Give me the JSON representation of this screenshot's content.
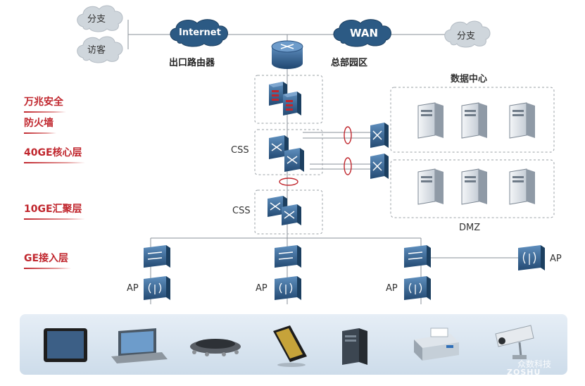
{
  "clouds": {
    "branch_left": "分支",
    "visitor": "访客",
    "internet": "Internet",
    "wan": "WAN",
    "branch_right": "分支"
  },
  "captions": {
    "egress_router": "出口路由器",
    "hq_campus": "总部园区",
    "data_center": "数据中心",
    "dmz": "DMZ",
    "css_core": "CSS",
    "css_agg": "CSS",
    "ap_1": "AP",
    "ap_2": "AP",
    "ap_3": "AP",
    "ap_4": "AP"
  },
  "layers": {
    "firewall_1": "万兆安全",
    "firewall_2": "防火墙",
    "core": "40GE核心层",
    "aggregation": "10GE汇聚层",
    "access": "GE接入层"
  },
  "watermark": {
    "line1": "众数科技",
    "line2": "ZOSHU"
  },
  "colors": {
    "cloud": "#cfd6dc",
    "internet_cloud": "#2c5a84",
    "device_blue": "#2f5f8f",
    "accent_red": "#c0262d",
    "endpoint_bar": "#dbe7f1"
  },
  "endpoint_icons": [
    "tablet-icon",
    "laptop-icon",
    "conference-phone-icon",
    "smartphone-icon",
    "server-icon",
    "printer-icon",
    "camera-icon"
  ]
}
